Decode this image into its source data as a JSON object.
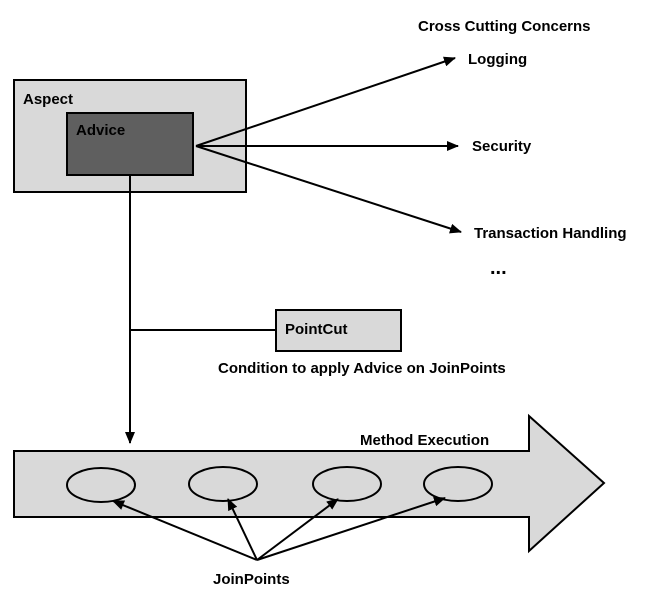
{
  "diagram": {
    "header": "Cross Cutting Concerns",
    "aspect_label": "Aspect",
    "advice_label": "Advice",
    "concerns": [
      "Logging",
      "Security",
      "Transaction Handling"
    ],
    "more": "...",
    "pointcut_label": "PointCut",
    "pointcut_caption": "Condition to apply Advice on JoinPoints",
    "method_execution_label": "Method Execution",
    "joinpoints_label": "JoinPoints",
    "colors": {
      "light_fill": "#d9d9d9",
      "dark_fill": "#5f5f5f",
      "stroke": "#000000"
    }
  }
}
